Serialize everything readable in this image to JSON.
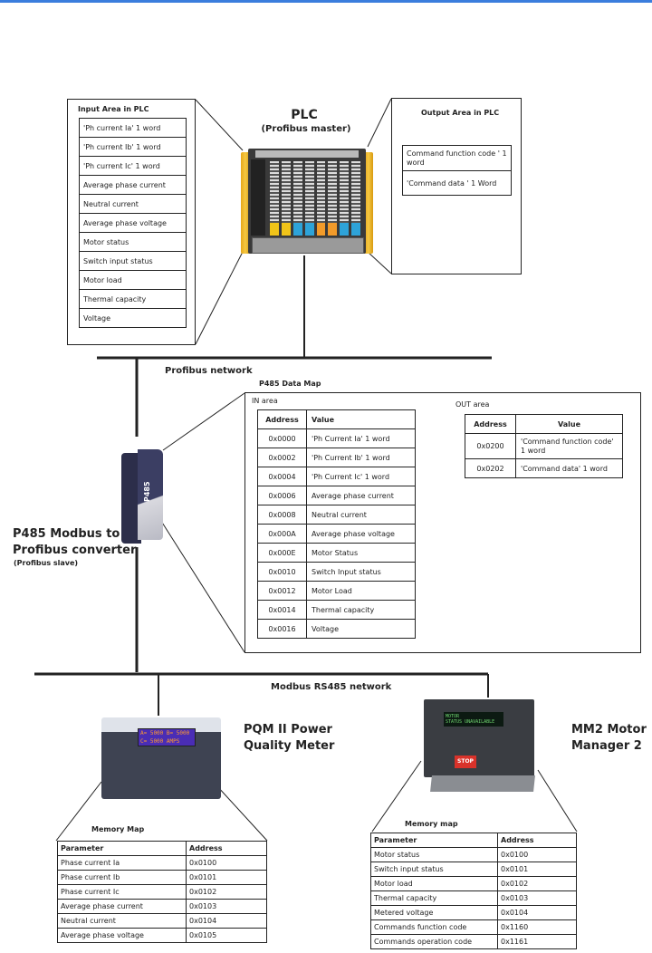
{
  "colors": {
    "top_bar": "#3b7ddd",
    "line": "#222222"
  },
  "plc": {
    "title": "PLC",
    "subtitle": "(Profibus master)",
    "input_area": {
      "title": "Input Area in PLC",
      "items": [
        "'Ph current Ia' 1 word",
        "'Ph current Ib' 1 word",
        "'Ph current Ic' 1 word",
        "Average phase current",
        "Neutral current",
        "Average phase voltage",
        "Motor status",
        "Switch input status",
        "Motor load",
        "Thermal capacity",
        "Voltage"
      ]
    },
    "output_area": {
      "title": "Output Area in PLC",
      "items": [
        "Command  function code ' 1 word",
        "'Command  data ' 1 Word"
      ]
    }
  },
  "profibus_network": {
    "label": "Profibus network"
  },
  "p485": {
    "device_text": "P485",
    "title_line1": "P485 Modbus to",
    "title_line2": "Profibus converter",
    "subtitle": "(Profibus slave)",
    "data_map": {
      "title": "P485 Data Map",
      "in_area": {
        "label": "IN area",
        "headers": [
          "Address",
          "Value"
        ],
        "rows": [
          [
            "0x0000",
            "'Ph Current Ia' 1 word"
          ],
          [
            "0x0002",
            "'Ph Current Ib' 1 word"
          ],
          [
            "0x0004",
            "'Ph Current Ic' 1 word"
          ],
          [
            "0x0006",
            "Average phase current"
          ],
          [
            "0x0008",
            "Neutral current"
          ],
          [
            "0x000A",
            "Average phase voltage"
          ],
          [
            "0x000E",
            "Motor Status"
          ],
          [
            "0x0010",
            "Switch Input status"
          ],
          [
            "0x0012",
            "Motor Load"
          ],
          [
            "0x0014",
            "Thermal capacity"
          ],
          [
            "0x0016",
            "Voltage"
          ]
        ]
      },
      "out_area": {
        "label": "OUT area",
        "headers": [
          "Address",
          "Value"
        ],
        "rows": [
          [
            "0x0200",
            "'Command  function code' 1 word"
          ],
          [
            "0x0202",
            "'Command data' 1 word"
          ]
        ]
      }
    }
  },
  "modbus_network": {
    "label": "Modbus RS485 network"
  },
  "pqm": {
    "title_line1": "PQM II Power",
    "title_line2": "Quality Meter",
    "screen_line1": "A= 5000  B= 5000",
    "screen_line2": "C= 5000  AMPS",
    "memory_map": {
      "title": "Memory Map",
      "headers": [
        "Parameter",
        "Address"
      ],
      "rows": [
        [
          "Phase current Ia",
          "0x0100"
        ],
        [
          "Phase current Ib",
          "0x0101"
        ],
        [
          "Phase current Ic",
          "0x0102"
        ],
        [
          "Average phase current",
          "0x0103"
        ],
        [
          "Neutral current",
          "0x0104"
        ],
        [
          "Average phase voltage",
          "0x0105"
        ]
      ]
    }
  },
  "mm2": {
    "title_line1": "MM2 Motor",
    "title_line2": "Manager 2",
    "screen_line1": "MOTOR",
    "screen_line2": "STATUS  UNAVAILABLE",
    "stop_label": "STOP",
    "memory_map": {
      "title": "Memory map",
      "headers": [
        "Parameter",
        "Address"
      ],
      "rows": [
        [
          "Motor status",
          "0x0100"
        ],
        [
          "Switch input status",
          "0x0101"
        ],
        [
          "Motor load",
          "0x0102"
        ],
        [
          "Thermal capacity",
          "0x0103"
        ],
        [
          "Metered voltage",
          "0x0104"
        ],
        [
          "Commands function code",
          "0x1160"
        ],
        [
          "Commands operation code",
          "0x1161"
        ]
      ]
    }
  }
}
